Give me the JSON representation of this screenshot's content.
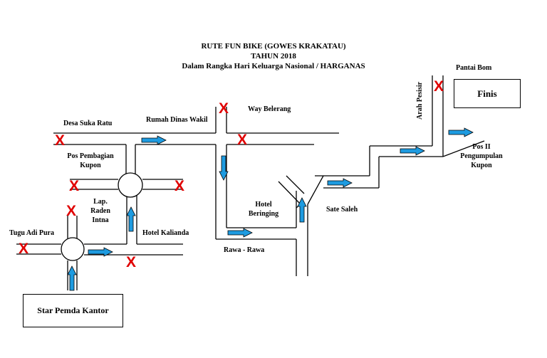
{
  "title": {
    "line1": "RUTE FUN BIKE (GOWES KRAKATAU)",
    "line2": "TAHUN 2018",
    "line3": "Dalam Rangka Hari Keluarga Nasional / HARGANAS"
  },
  "boxes": {
    "start": "Star Pemda Kantor",
    "finish": "Finis"
  },
  "labels": {
    "pantai_bom": "Pantai Bom",
    "arah_pesisir": "Arah Pesisir",
    "way_belerang": "Way Belerang",
    "rumah_dinas": "Rumah Dinas Wakil",
    "desa_suka_ratu": "Desa Suka Ratu",
    "pos_pembagian_1": "Pos Pembagian",
    "pos_pembagian_2": "Kupon",
    "lap_1": "Lap.",
    "lap_2": "Raden",
    "lap_3": "Intna",
    "hotel_kalianda": "Hotel Kalianda",
    "tugu_adi_pura": "Tugu Adi Pura",
    "hotel_beringing_1": "Hotel",
    "hotel_beringing_2": "Beringing",
    "rawa_rawa": "Rawa - Rawa",
    "sate_saleh": "Sate Saleh",
    "pos2_1": "Pos II",
    "pos2_2": "Pengumpulan",
    "pos2_3": "Kupon"
  },
  "closed_marker": "X",
  "colors": {
    "arrow": "#1e9be0",
    "closed_marker": "#e00000",
    "road": "#000000"
  },
  "icons": [
    "route-arrow-icon",
    "roundabout-icon",
    "closed-road-x-icon"
  ]
}
